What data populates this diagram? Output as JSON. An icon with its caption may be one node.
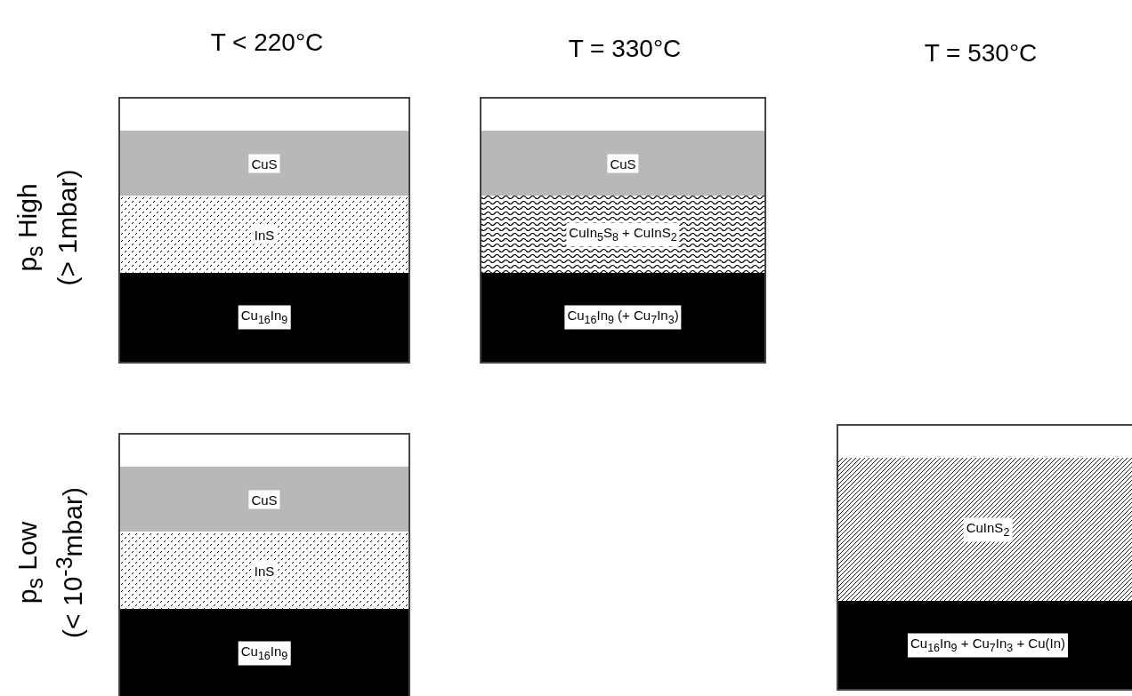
{
  "diagram": {
    "nodes": [
      {
        "text": [],
        "shape": "box"
      },
      {
        "text": [
          "CuS"
        ],
        "in": 0
      },
      {
        "text": [
          "InS"
        ],
        "in": 0
      },
      {
        "text": [
          "Cu$_{16}$In$_{9}$"
        ],
        "in": 0
      },
      {
        "text": [],
        "shape": "box"
      },
      {
        "text": [
          "CuS"
        ],
        "in": 4
      },
      {
        "text": [
          "CuIn$_{5}$S$_{8}$ + CuInS$_{2}$"
        ],
        "in": 4
      },
      {
        "text": [
          "Cu$_{16}$In$_{9}$ (+ Cu$_{7}$In$_{3}$)"
        ],
        "in": 4
      },
      {
        "text": [],
        "shape": "box"
      },
      {
        "text": [
          "CuS"
        ],
        "in": 8
      },
      {
        "text": [
          "InS"
        ],
        "in": 8
      },
      {
        "text": [
          "Cu$_{16}$In$_{9}$"
        ],
        "in": 8
      },
      {
        "text": [],
        "shape": "box"
      },
      {
        "text": [
          "CuInS$_{2}$"
        ],
        "in": 12
      },
      {
        "text": [
          "Cu$_{16}$In$_{9}$ + Cu$_{7}$In$_{3}$ + Cu(In)"
        ],
        "in": 12
      }
    ],
    "labels": [
      "T < 220°C",
      "T = 330°C",
      "T = 530°C",
      "p$_{s}$ High",
      "(> 1mbar)",
      "p$_{s}$ Low",
      "(< 10$^{-3}$mbar)"
    ]
  }
}
